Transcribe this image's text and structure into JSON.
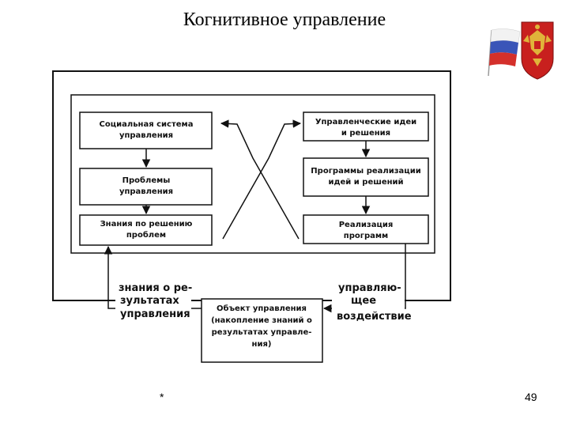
{
  "slide": {
    "title": "Когнитивное управление",
    "footer_left": "*",
    "page_number": "49"
  },
  "diagram": {
    "boxes": {
      "social": [
        "Социальная система",
        "управления"
      ],
      "problems": [
        "Проблемы",
        "управления"
      ],
      "knowledge": [
        "Знания по решению",
        "проблем"
      ],
      "ideas": [
        "Управленческие идеи",
        "и решения"
      ],
      "programs": [
        "Программы реализации",
        "идей и решений"
      ],
      "realization": [
        "Реализация",
        "программ"
      ],
      "object": [
        "Объект управления",
        "(накопление знаний о",
        "результатах управле-",
        "ния)"
      ]
    },
    "edge_labels": {
      "left": [
        "знания о ре-",
        "зультатах",
        "управления"
      ],
      "right": [
        "управляю-",
        "щее",
        "воздействие"
      ]
    }
  },
  "colors": {
    "line": "#111111",
    "flag_white": "#f2f2f2",
    "flag_blue": "#3a55b8",
    "flag_red": "#d4302b",
    "emblem_red": "#c8201e",
    "emblem_gold": "#e0b43a"
  },
  "icons": {
    "emblem": "russian-flag-and-coat-of-arms-icon"
  }
}
